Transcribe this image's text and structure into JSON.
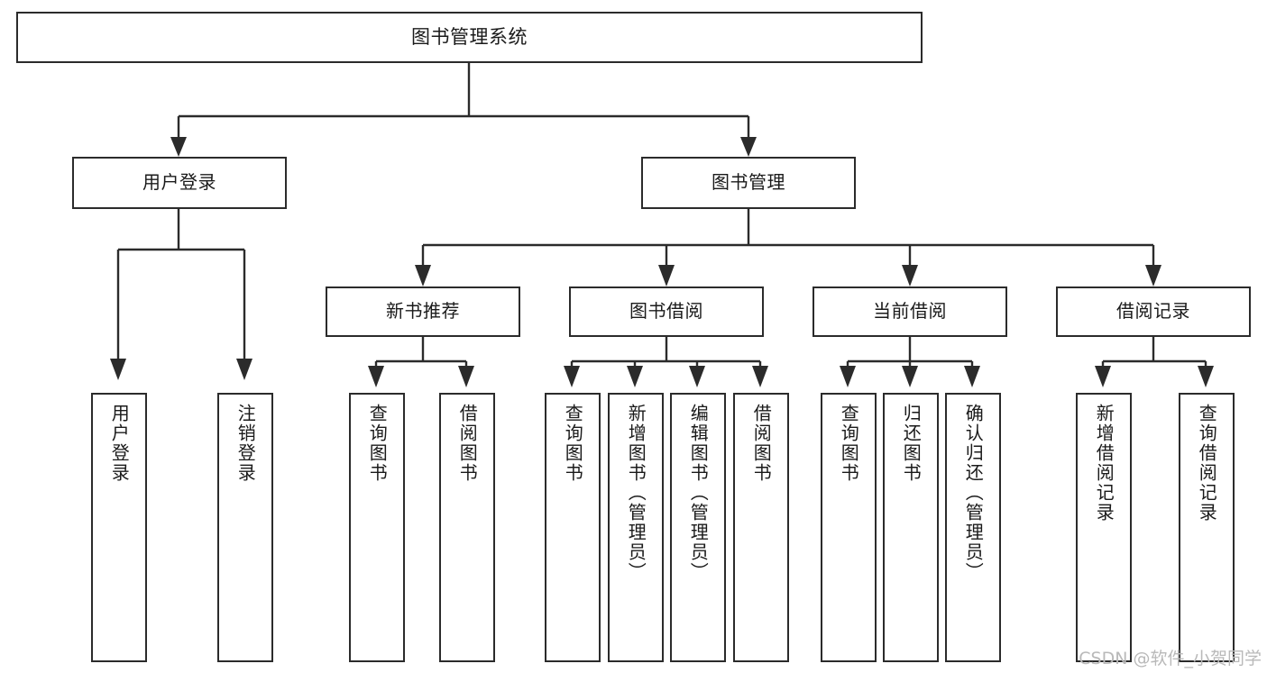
{
  "diagram": {
    "title": "图书管理系统",
    "type": "tree",
    "watermark": "CSDN @软件_小贺同学",
    "colors": {
      "stroke": "#2b2b2b",
      "fill": "#ffffff",
      "text": "#1a1a1a",
      "watermark": "#b9b9b9"
    },
    "nodes": {
      "root": {
        "label": "图书管理系统"
      },
      "level2": [
        {
          "id": "user-login",
          "label": "用户登录"
        },
        {
          "id": "book-manage",
          "label": "图书管理"
        }
      ],
      "level3": [
        {
          "id": "new-book-recommend",
          "label": "新书推荐"
        },
        {
          "id": "book-borrow",
          "label": "图书借阅"
        },
        {
          "id": "current-borrow",
          "label": "当前借阅"
        },
        {
          "id": "borrow-record",
          "label": "借阅记录"
        }
      ],
      "leaves": {
        "user_login": [
          {
            "id": "leaf-user-login",
            "label": "用户登录"
          },
          {
            "id": "leaf-user-logout",
            "label": "注销登录"
          }
        ],
        "new_book_recommend": [
          {
            "id": "leaf-query-book-1",
            "label": "查询图书"
          },
          {
            "id": "leaf-borrow-book-1",
            "label": "借阅图书"
          }
        ],
        "book_borrow": [
          {
            "id": "leaf-query-book-2",
            "label": "查询图书"
          },
          {
            "id": "leaf-add-book",
            "label": "新增图书（管理员）"
          },
          {
            "id": "leaf-edit-book",
            "label": "编辑图书（管理员）"
          },
          {
            "id": "leaf-borrow-book-2",
            "label": "借阅图书"
          }
        ],
        "current_borrow": [
          {
            "id": "leaf-query-book-3",
            "label": "查询图书"
          },
          {
            "id": "leaf-return-book",
            "label": "归还图书"
          },
          {
            "id": "leaf-confirm-return",
            "label": "确认归还（管理员）"
          }
        ],
        "borrow_record": [
          {
            "id": "leaf-add-record",
            "label": "新增借阅记录"
          },
          {
            "id": "leaf-query-record",
            "label": "查询借阅记录"
          }
        ]
      }
    }
  }
}
